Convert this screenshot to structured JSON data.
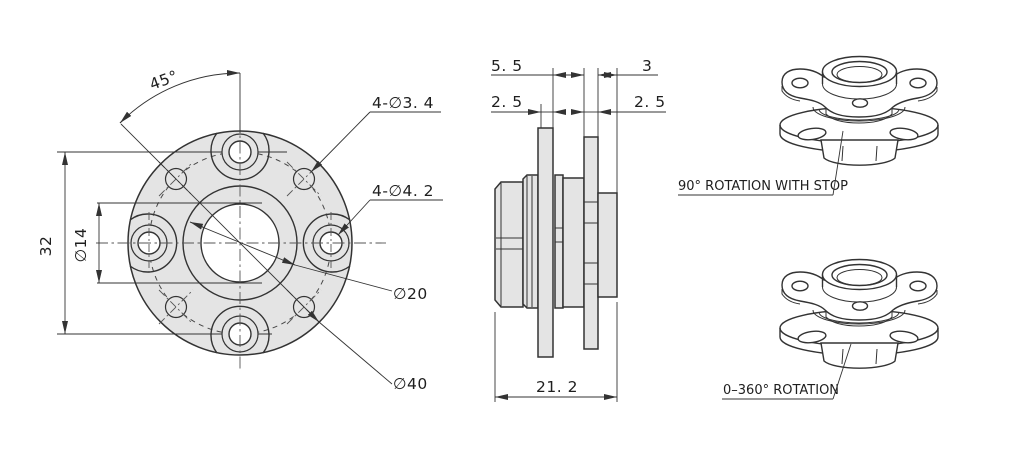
{
  "front_view": {
    "angle": "45°",
    "dim_32": "32",
    "dim_phi14": "∅14",
    "dim_phi20": "∅20",
    "dim_phi40": "∅40",
    "small_holes": "4-∅3. 4",
    "large_holes": "4-∅4. 2"
  },
  "side_view": {
    "dim_top_left": "5. 5",
    "dim_top_right": "3",
    "dim_mid_left": "2. 5",
    "dim_mid_right": "2. 5",
    "dim_width": "21. 2"
  },
  "iso_views": {
    "top": "90° ROTATION WITH STOP",
    "bottom": "0–360° ROTATION"
  },
  "colors": {
    "line": "#333333",
    "centerline": "#555555",
    "fill": "#e4e4e4",
    "background": "#ffffff",
    "text": "#1e1e1e"
  }
}
